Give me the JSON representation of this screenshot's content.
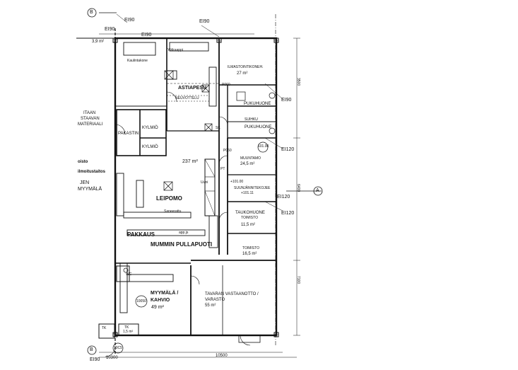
{
  "grid_marks": {
    "b_top": "B",
    "b_bottom": "B",
    "a_right": "A"
  },
  "fire_ratings": {
    "top_left": "EI90",
    "top_mid": "EI90",
    "top_right": "EI90",
    "right_1": "EI90",
    "right_2": "EI120",
    "right_3": "EI120",
    "right_4": "EI120",
    "bottom_left": "EI90",
    "top_small": "EI90"
  },
  "dimensions": {
    "top_left_area": "3,9 m²",
    "right_a": "3500",
    "right_b": "6400",
    "right_c": "7100",
    "bottom_total": "10500",
    "bottom_left": "10300"
  },
  "left_neighbour": {
    "line1": "ITAAN",
    "line2": "STAAVAN",
    "line3": "MATERIAALI",
    "line4": "oisto",
    "line5": "ilmoitustaitos",
    "line6": "JEN",
    "line7": "MYYMÄLÄ"
  },
  "rooms": {
    "kaulintakone": "Kaulintakone",
    "ylakeittio": "Yläkaappi",
    "astiapesu": "ASTIAPESU",
    "neuvottelu": "NEUVOTTELU",
    "ilmastointi": "ILMASTOINTIKONEH.",
    "ilmastointi_area": "27 m²",
    "p060": "P060",
    "pukuhuone1": "PUKUHUONE",
    "suihku": "SUIHKU",
    "pukuhuone2": "PUKUHUONE",
    "pakastin": "PAKASTIN",
    "kylmio1": "KYLMIÖ",
    "kylmio2": "KYLMIÖ",
    "sk": "SK",
    "p060b": "P060",
    "muuntamo": "MUUNTAMO",
    "muuntamo_area": "24,5 m²",
    "pt": "PT",
    "muuntamo_code": "101.00",
    "leipomo_area": "237 m²",
    "uuni": "Uuni",
    "leipomo": "LEIPOMO",
    "suunjanni": "SUUNJÄNNITEKOJEE",
    "s101": "+101.00",
    "s101b": "+101.11",
    "taukohuone": "TAUKOHUONE",
    "tornisto": "TOIMISTO",
    "taukohuone_area": "11,5 m²",
    "saneerattu": "Saneerattu",
    "pakkaus": "PAKKAUS",
    "app_js": "app.js",
    "mummin": "MUMMIN PULLAPUOTI",
    "toimisto": "TOIMISTO",
    "toimisto_area": "16,5 m²",
    "wc": "WC",
    "myymala": "MYYMÄLÄ /",
    "kahvio": "KAHVIO",
    "myymala_area": "49 m²",
    "badge_10050": "10050",
    "tavaran1": "TAVARAN VASTAANOTTO /",
    "tavaran2": "VARASTO",
    "tavaran_area": "55 m²",
    "tk1": "TK",
    "tk2": "TK",
    "tk2_area": "1,5 m²",
    "badge_1c": "10C5"
  }
}
